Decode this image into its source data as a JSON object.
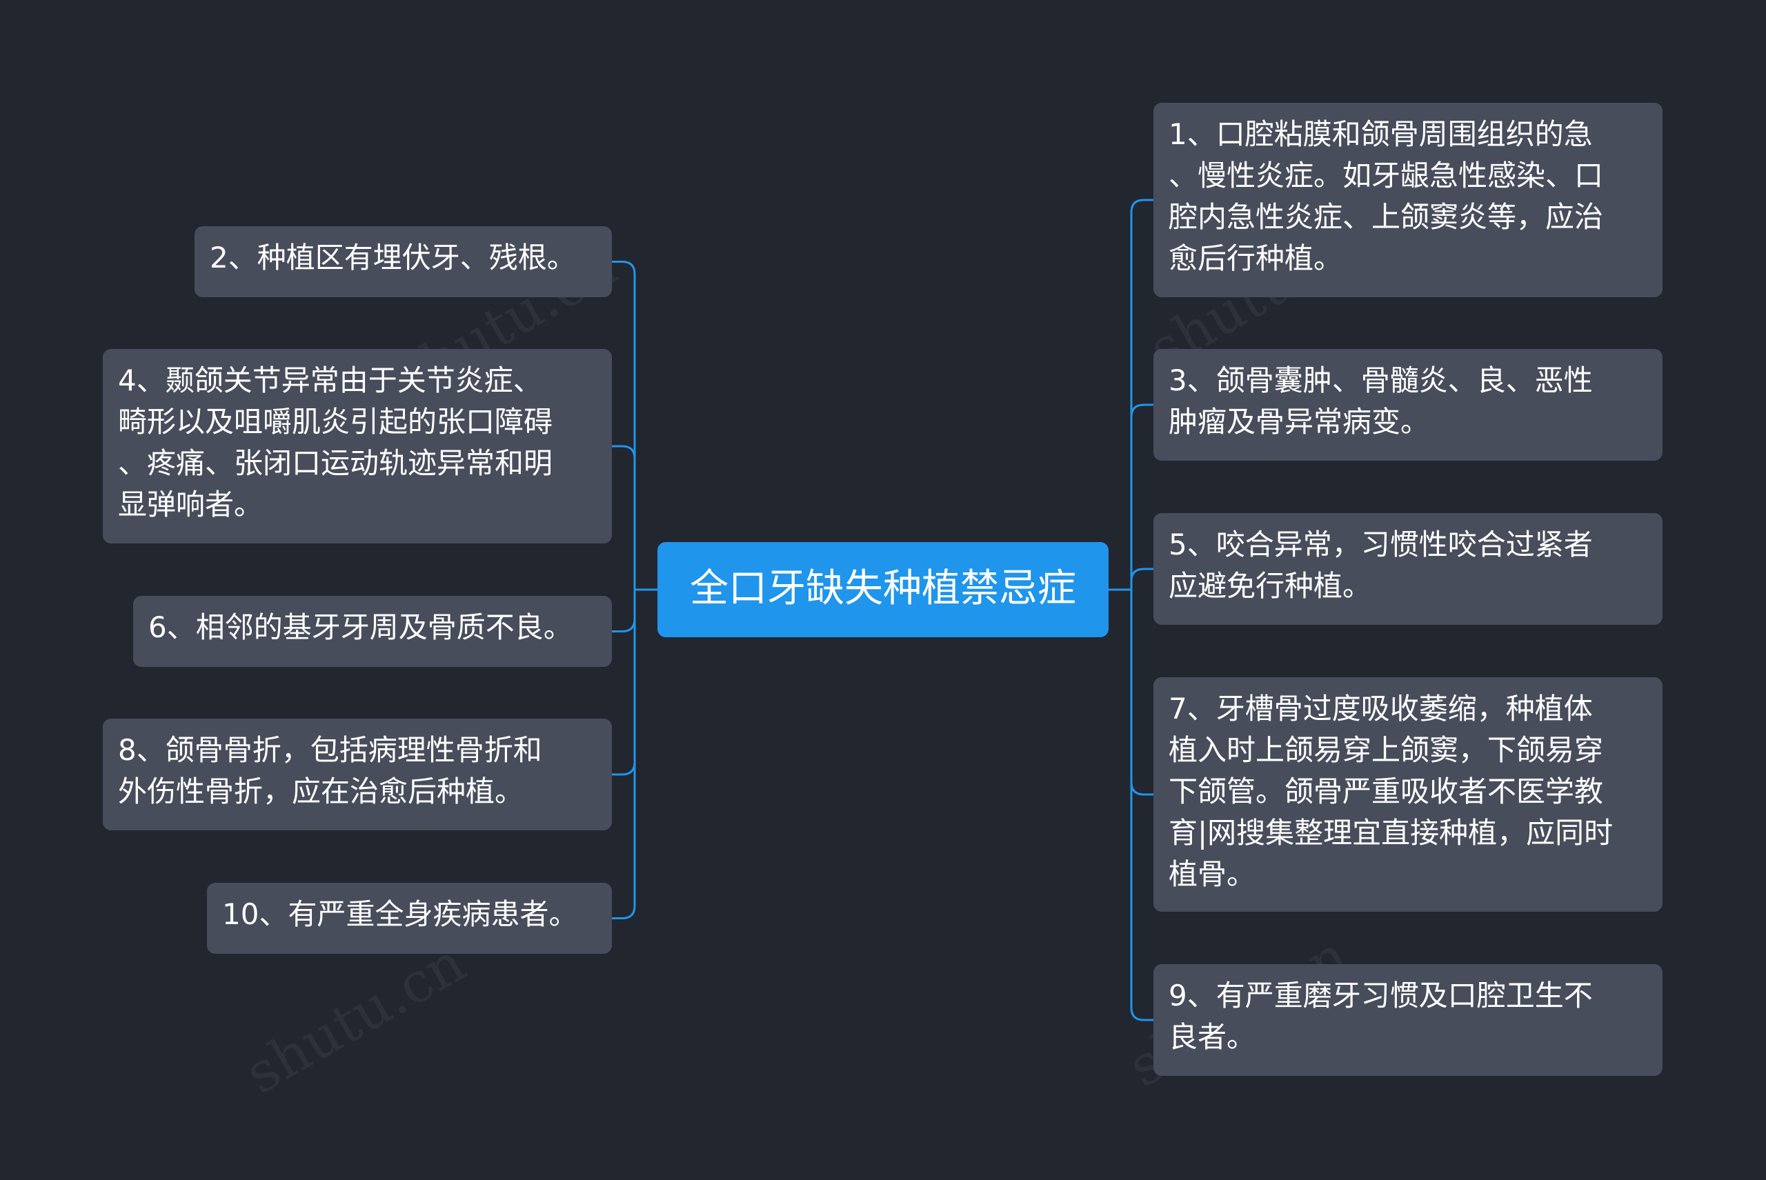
{
  "root": {
    "label": "全口牙缺失种植禁忌症"
  },
  "left_nodes": [
    {
      "id": "n2",
      "text": "2、种植区有埋伏牙、残根。"
    },
    {
      "id": "n4",
      "text": "4、颞颌关节异常由于关节炎症、\n畸形以及咀嚼肌炎引起的张口障碍\n、疼痛、张闭口运动轨迹异常和明\n显弹响者。"
    },
    {
      "id": "n6",
      "text": "6、相邻的基牙牙周及骨质不良。"
    },
    {
      "id": "n8",
      "text": "8、颌骨骨折，包括病理性骨折和\n外伤性骨折，应在治愈后种植。"
    },
    {
      "id": "n10",
      "text": "10、有严重全身疾病患者。"
    }
  ],
  "right_nodes": [
    {
      "id": "n1",
      "text": "1、口腔粘膜和颌骨周围组织的急\n、慢性炎症。如牙龈急性感染、口\n腔内急性炎症、上颌窦炎等，应治\n愈后行种植。"
    },
    {
      "id": "n3",
      "text": "3、颌骨囊肿、骨髓炎、良、恶性\n肿瘤及骨异常病变。"
    },
    {
      "id": "n5",
      "text": "5、咬合异常，习惯性咬合过紧者\n应避免行种植。"
    },
    {
      "id": "n7",
      "text": "7、牙槽骨过度吸收萎缩，种植体\n植入时上颌易穿上颌窦，下颌易穿\n下颌管。颌骨严重吸收者不医学教\n育|网搜集整理宜直接种植，应同时\n植骨。"
    },
    {
      "id": "n9",
      "text": "9、有严重磨牙习惯及口腔卫生不\n良者。"
    }
  ],
  "colors": {
    "background": "#22262f",
    "node": "#474d5b",
    "root": "#1f95ec",
    "link": "#1f95ec"
  }
}
